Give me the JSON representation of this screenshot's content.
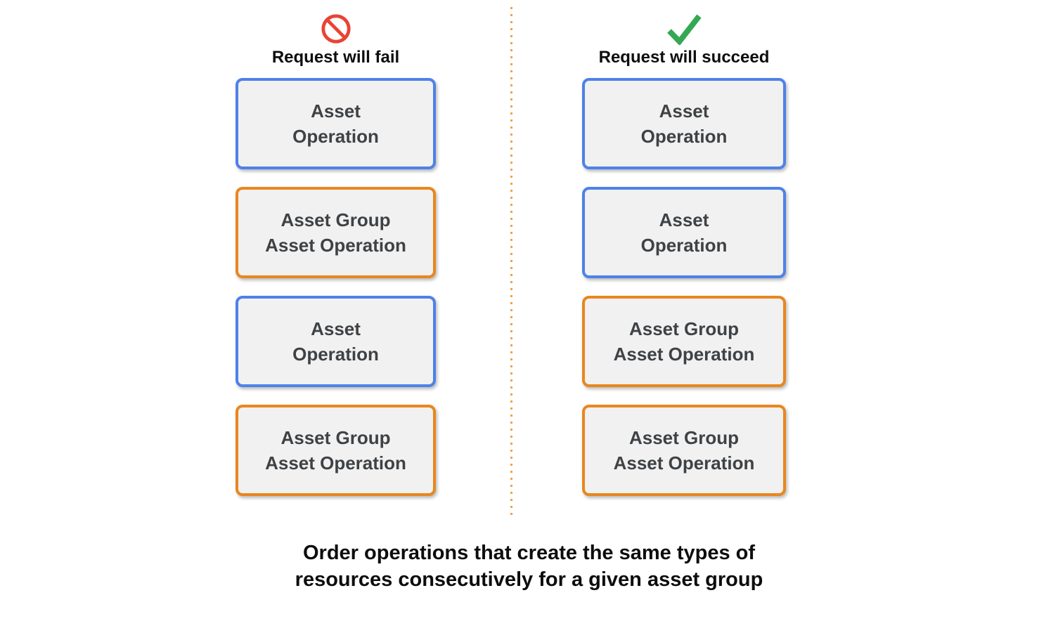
{
  "diagram": {
    "columns": [
      {
        "title": "Request will fail",
        "icon": "prohibition-icon",
        "boxes": [
          {
            "label": "Asset\nOperation",
            "type": "asset"
          },
          {
            "label": "Asset Group\nAsset Operation",
            "type": "asset-group"
          },
          {
            "label": "Asset\nOperation",
            "type": "asset"
          },
          {
            "label": "Asset Group\nAsset Operation",
            "type": "asset-group"
          }
        ]
      },
      {
        "title": "Request will succeed",
        "icon": "checkmark-icon",
        "boxes": [
          {
            "label": "Asset\nOperation",
            "type": "asset"
          },
          {
            "label": "Asset\nOperation",
            "type": "asset"
          },
          {
            "label": "Asset Group\nAsset Operation",
            "type": "asset-group"
          },
          {
            "label": "Asset Group\nAsset Operation",
            "type": "asset-group"
          }
        ]
      }
    ],
    "caption": "Order operations that create the same types of\nresources consecutively for a given asset group",
    "colors": {
      "asset_border": "#4d82e8",
      "asset_group_border": "#e8871e",
      "fail_icon": "#e94335",
      "succeed_icon": "#34a853",
      "divider": "#eda350",
      "box_fill": "#f1f1f1",
      "box_text": "#3f4245"
    }
  }
}
